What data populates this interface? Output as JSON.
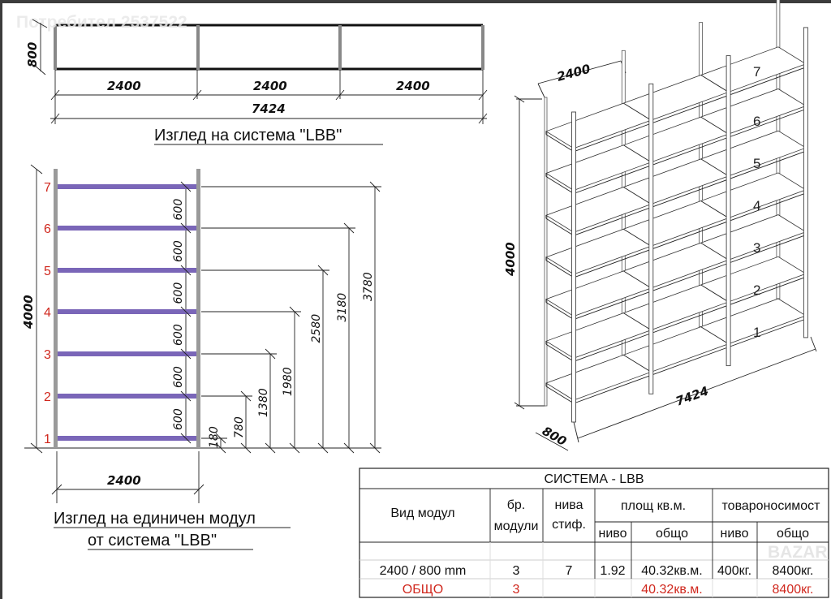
{
  "watermark": "Потребител 2537522",
  "watermark_corner": "BAZAR",
  "colors": {
    "shelf": "#7a66b8",
    "post": "#9a9a9a",
    "accent_red": "#d0281e"
  },
  "system_view": {
    "title": "Изглед на система  \"LBB\"",
    "depth": "800",
    "module_widths": [
      "2400",
      "2400",
      "2400"
    ],
    "total_width": "7424"
  },
  "module_view": {
    "title_line1": "Изглед на единичен модул",
    "title_line2": "от система  \"LBB\"",
    "height": "4000",
    "width": "2400",
    "levels": [
      "1",
      "2",
      "3",
      "4",
      "5",
      "6",
      "7"
    ],
    "spacings": [
      "600",
      "600",
      "600",
      "600",
      "600",
      "600"
    ],
    "level_heights": [
      "180",
      "780",
      "1380",
      "1980",
      "2580",
      "3180",
      "3780"
    ]
  },
  "iso_view": {
    "width": "2400",
    "height": "4000",
    "depth": "800",
    "total_width": "7424",
    "levels": [
      "1",
      "2",
      "3",
      "4",
      "5",
      "6",
      "7"
    ]
  },
  "table": {
    "title": "СИСТЕМА - LBB",
    "headers": {
      "module_type": "Вид модул",
      "count_1": "бр.",
      "count_2": "модули",
      "levels_1": "нива",
      "levels_2": "стиф.",
      "area": "площ кв.м.",
      "capacity": "товароносимост",
      "area_level": "ниво",
      "area_total": "общо",
      "cap_level": "ниво",
      "cap_total": "общо"
    },
    "rows": [
      {
        "module_type": "2400 / 800 mm",
        "count": "3",
        "levels": "7",
        "area_level": "1.92",
        "area_total": "40.32кв.м.",
        "cap_level": "400кг.",
        "cap_total": "8400кг."
      }
    ],
    "total": {
      "label": "ОБЩО",
      "count": "3",
      "area_total": "40.32кв.м.",
      "cap_total": "8400кг."
    }
  }
}
